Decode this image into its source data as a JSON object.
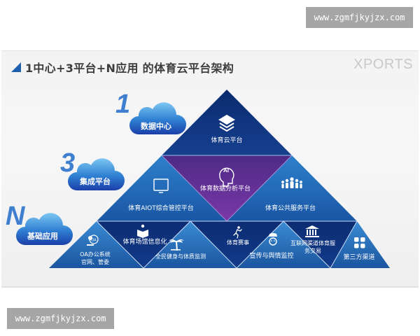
{
  "watermarks": {
    "top": "www.zgmfjkyjzx.com",
    "bottom": "www.zgmfjkyjzx.com"
  },
  "slide": {
    "title": "1中心+3平台+N应用  的体育云平台架构",
    "brand": "XPORTS"
  },
  "legend": [
    {
      "number": "1",
      "label": "数据中心"
    },
    {
      "number": "3",
      "label": "集成平台"
    },
    {
      "number": "N",
      "label": "基础应用"
    }
  ],
  "pyramid": {
    "tier1": {
      "label": "体育云平台",
      "icon": "layers-icon"
    },
    "tier2": [
      {
        "label": "体育AIOT综合管控平台",
        "icon": "monitor-icon"
      },
      {
        "label": "体育数据分析平台",
        "icon": "ai-head-icon"
      },
      {
        "label": "体育公共服务平台",
        "icon": "people-group-icon"
      }
    ],
    "tier3": [
      {
        "label_line1": "OA办公系统",
        "label_line2": "官网、管委",
        "icon": "oa-stamp-icon"
      },
      {
        "label": "体育场馆信息化",
        "icon": "reader-icon"
      },
      {
        "label": "全民健身与体质监测",
        "icon": "palm-tree-icon"
      },
      {
        "label": "体育赛事",
        "icon": "runner-icon"
      },
      {
        "label": "宣传与舆情监控",
        "icon": "police-face-icon"
      },
      {
        "label_line1": "互联网渠道体育服",
        "label_line2": "务交易",
        "icon": "bank-building-icon"
      },
      {
        "label": "第三方渠道",
        "icon": "app-grid-icon"
      }
    ]
  },
  "colors": {
    "dark_navy": "#0d2c72",
    "mid_blue": "#1e5fae",
    "light_blue": "#2f82cc",
    "purple": "#6a2f9a",
    "title_mark": "#1f5fb0",
    "number_blue": "#3f7fcf"
  }
}
